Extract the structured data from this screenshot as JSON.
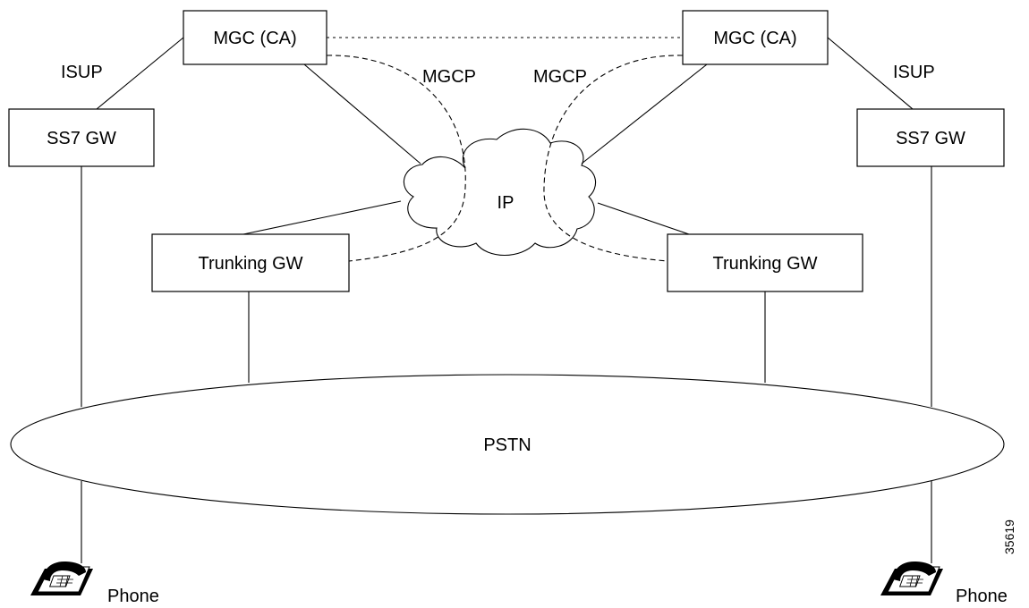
{
  "nodes": {
    "mgc_left": "MGC (CA)",
    "mgc_right": "MGC (CA)",
    "ss7_left": "SS7 GW",
    "ss7_right": "SS7 GW",
    "trunk_left": "Trunking GW",
    "trunk_right": "Trunking GW",
    "ip_cloud": "IP",
    "pstn": "PSTN",
    "phone_left": "Phone",
    "phone_right": "Phone"
  },
  "links": {
    "isup_left": "ISUP",
    "isup_right": "ISUP",
    "mgcp_left": "MGCP",
    "mgcp_right": "MGCP"
  },
  "figure_id": "35619",
  "icons": {
    "phone": "telephone-icon",
    "cloud": "cloud-icon"
  }
}
